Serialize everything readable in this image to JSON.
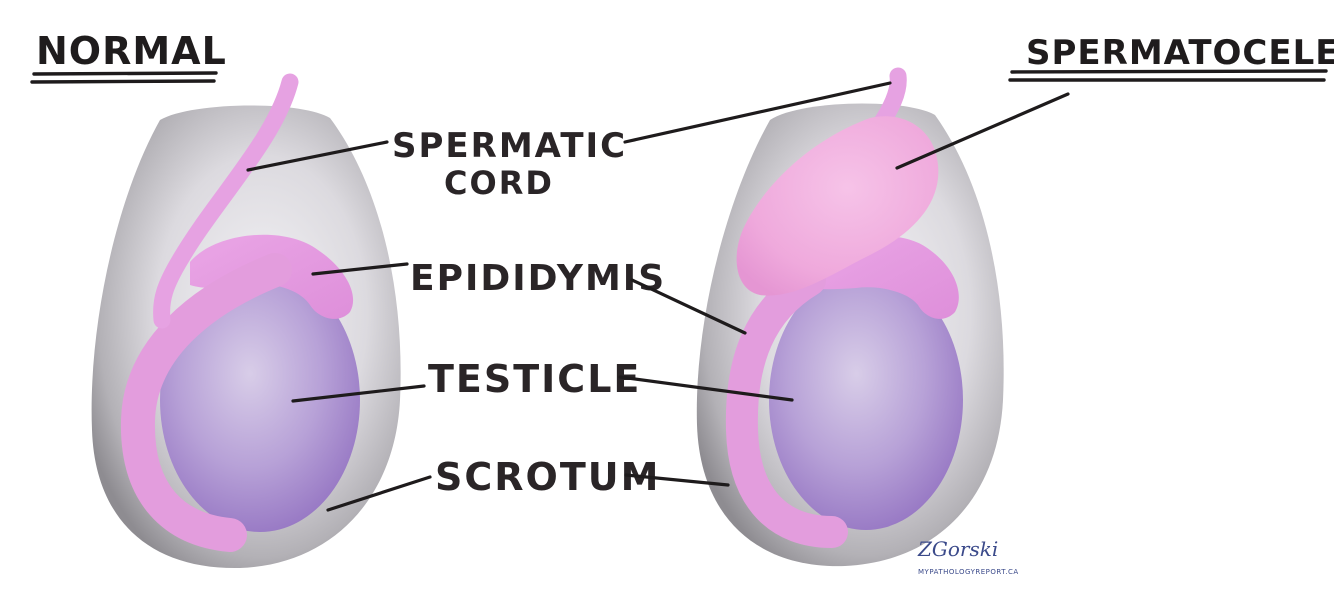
{
  "headings": {
    "normal": "NORMAL",
    "spermatocele": "SPERMATOCELE"
  },
  "labels": {
    "spermatic_cord_line1": "SPERMATIC",
    "spermatic_cord_line2": "CORD",
    "epididymis": "EPIDIDYMIS",
    "testicle": "TESTICLE",
    "scrotum": "SCROTUM"
  },
  "signature": {
    "name": "ZGorski",
    "site": "MYPATHOLOGYREPORT.CA"
  },
  "colors": {
    "scrotum_gray": "#d6d4d9",
    "scrotum_shadow": "#8f8d92",
    "testicle_purple": "#b8a2d6",
    "testicle_deep": "#9c80c6",
    "cord_pink": "#e49be0",
    "cyst_pink": "#f2b5e0",
    "ink": "#1e1b1c"
  }
}
